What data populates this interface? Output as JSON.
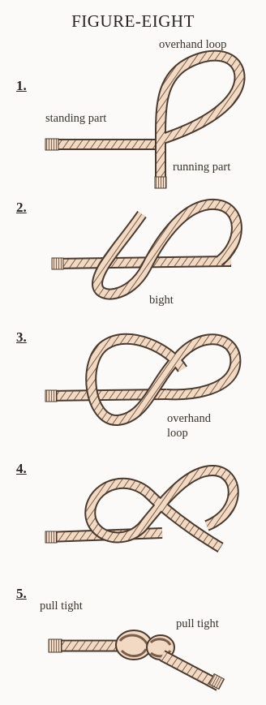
{
  "title": "FIGURE-EIGHT",
  "steps": [
    {
      "number": "1.",
      "labels": [
        "overhand loop",
        "standing part",
        "running part"
      ]
    },
    {
      "number": "2.",
      "labels": [
        "bight"
      ]
    },
    {
      "number": "3.",
      "labels": [
        "overhand",
        "loop"
      ]
    },
    {
      "number": "4.",
      "labels": []
    },
    {
      "number": "5.",
      "labels": [
        "pull tight",
        "pull tight"
      ]
    }
  ],
  "colors": {
    "rope_fill": "#f2d9c3",
    "rope_edge": "#4a3a30",
    "stripe": "#7a5d4c"
  }
}
